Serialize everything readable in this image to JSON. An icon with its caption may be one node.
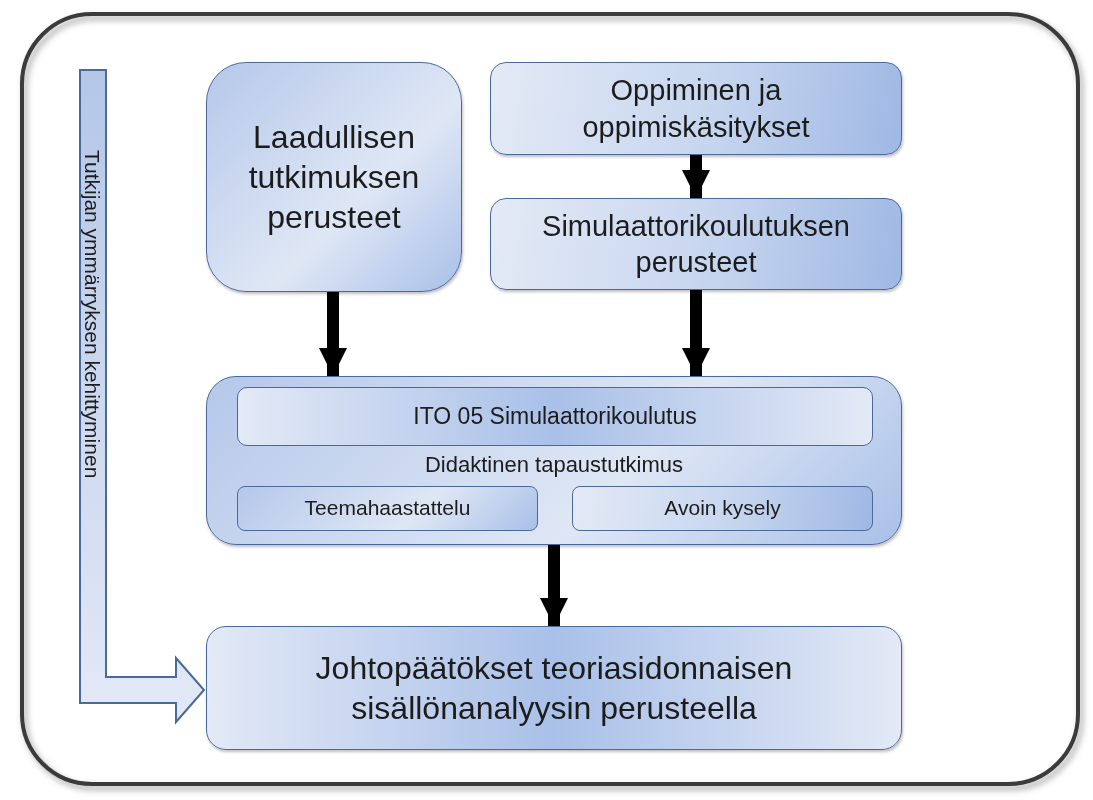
{
  "diagram": {
    "nodes": [
      {
        "text": [
          "Laadullisen tutkimuksen perusteet"
        ]
      },
      {
        "text": [
          "Oppiminen ja oppimiskäsitykset"
        ]
      },
      {
        "text": [
          "Simulaattorikoulutuksen perusteet"
        ]
      },
      {
        "text": [
          "Didaktinen tapaustutkimus"
        ]
      },
      {
        "text": [
          "ITO 05 Simulaattorikoulutus"
        ],
        "in": 3
      },
      {
        "text": [
          "Teemahaastattelu"
        ],
        "in": 3
      },
      {
        "text": [
          "Avoin kysely"
        ],
        "in": 3
      },
      {
        "text": [
          "Johtopäätökset teoriasidonnaisen sisällönanalyysin perusteella"
        ]
      }
    ],
    "edges": [
      {
        "from": 0,
        "to": 3,
        "arrow": "to"
      },
      {
        "from": 1,
        "to": 2,
        "arrow": "to"
      },
      {
        "from": 2,
        "to": 3,
        "arrow": "to"
      },
      {
        "from": 3,
        "to": 7,
        "arrow": "to"
      },
      {
        "from": null,
        "to": 7,
        "arrow": "to",
        "label": "Tutkijan ymmärryksen kehittyminen",
        "style": "thick",
        "color": "#b4c7e7"
      }
    ]
  }
}
